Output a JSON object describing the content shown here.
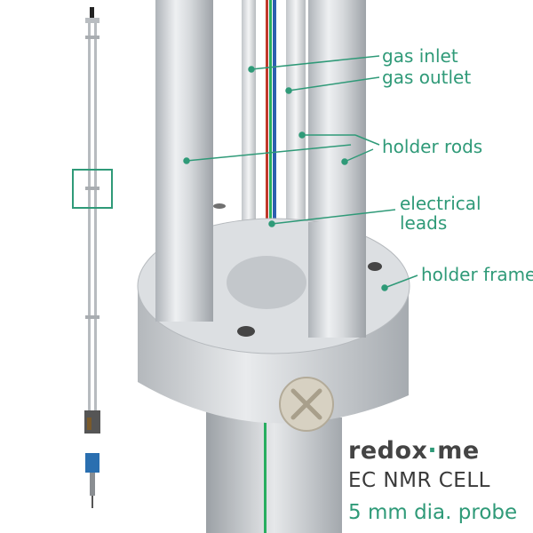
{
  "labels": {
    "gas_inlet": "gas inlet",
    "gas_outlet": "gas outlet",
    "holder_rods": "holder rods",
    "electrical_leads_line1": "electrical",
    "electrical_leads_line2": "leads",
    "holder_frame": "holder frame"
  },
  "branding": {
    "brand_prefix": "redox",
    "brand_sep": "·",
    "brand_suffix": "me",
    "product_title": "EC NMR CELL",
    "product_subtitle": "5 mm dia. probe"
  },
  "colors": {
    "accent": "#2f9a78",
    "metal": "#c9ccd0",
    "wire_red": "#c0392b",
    "wire_green": "#27ae60",
    "wire_blue": "#2d5fb0"
  }
}
